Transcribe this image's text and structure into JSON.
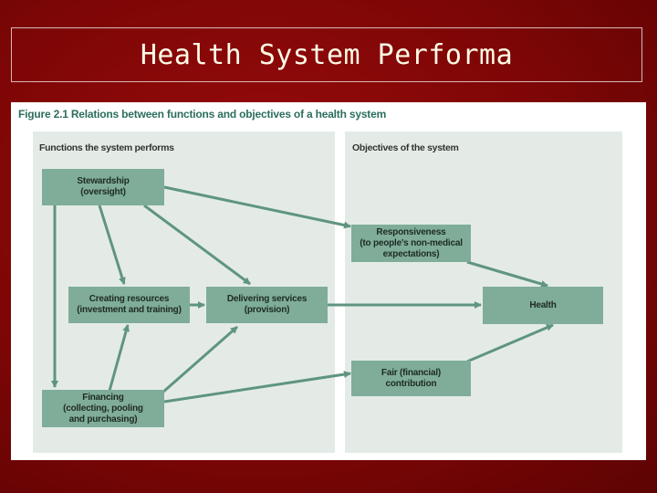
{
  "slide": {
    "title": "Health System Performa"
  },
  "figure": {
    "caption": "Figure 2.1 Relations between functions and objectives of a health system",
    "left_header": "Functions the system performs",
    "right_header": "Objectives of the system",
    "nodes": {
      "stewardship": [
        "Stewardship",
        "(oversight)"
      ],
      "creating_resources": [
        "Creating resources",
        "(investment and training)"
      ],
      "delivering_services": [
        "Delivering services",
        "(provision)"
      ],
      "financing": [
        "Financing",
        "(collecting, pooling",
        "and purchasing)"
      ],
      "responsiveness": [
        "Responsiveness",
        "(to people's non-medical",
        "expectations)"
      ],
      "health": [
        "Health"
      ],
      "fair_contribution": [
        "Fair (financial)",
        "contribution"
      ]
    },
    "colors": {
      "node_fill": "#7fad99",
      "arrow": "#5f9580",
      "panel": "#e4ebe6",
      "caption": "#2c6e5e"
    }
  }
}
